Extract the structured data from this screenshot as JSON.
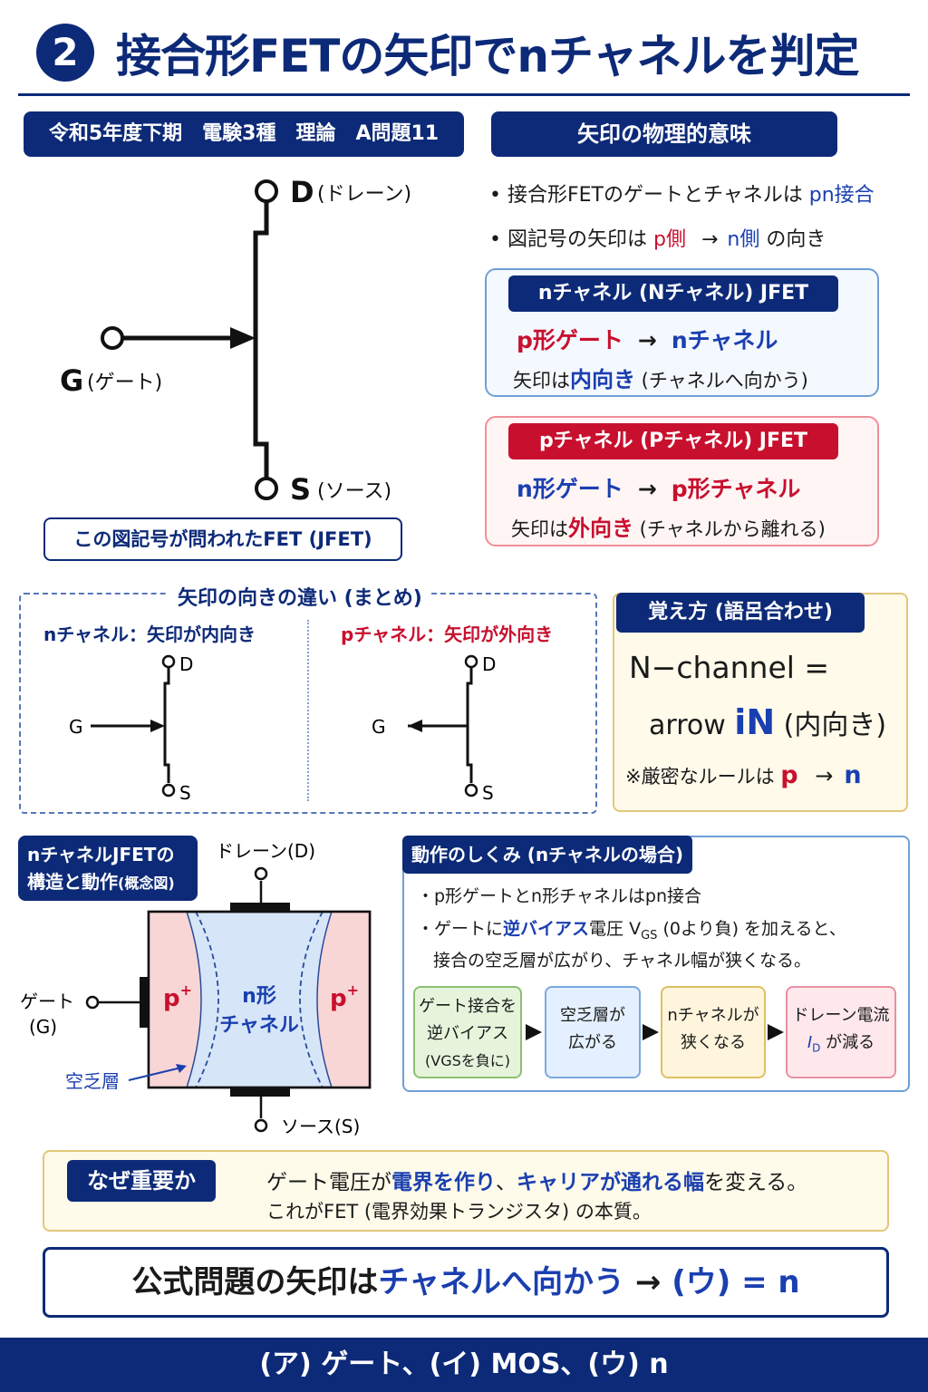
{
  "header": {
    "number": "2",
    "title": "接合形FETの矢印でnチャネルを判定"
  },
  "exam": {
    "label": "令和5年度下期　電験3種　理論　A問題11"
  },
  "symbol": {
    "drain_letter": "D",
    "drain_name": "(ドレーン)",
    "gate_letter": "G",
    "gate_name": "(ゲート)",
    "source_letter": "S",
    "source_name": "(ソース)",
    "caption": "この図記号が問われたFET (JFET)"
  },
  "meaning": {
    "heading": "矢印の物理的意味",
    "bullet1_pre": "接合形FETのゲートとチャネルは ",
    "bullet1_hl": "pn接合",
    "bullet2_pre": "図記号の矢印は ",
    "bullet2_p": "p側",
    "bullet2_arrow": "→",
    "bullet2_n": "n側",
    "bullet2_post": " の向き"
  },
  "n_channel_card": {
    "title": "nチャネル (Nチャネル) JFET",
    "from": "p形ゲート",
    "arrow": "→",
    "to": "nチャネル",
    "dir_pre": "矢印は",
    "dir_hl": "内向き",
    "dir_post": " (チャネルへ向かう)"
  },
  "p_channel_card": {
    "title": "pチャネル (Pチャネル) JFET",
    "from": "n形ゲート",
    "arrow": "→",
    "to": "p形チャネル",
    "dir_pre": "矢印は",
    "dir_hl": "外向き",
    "dir_post": " (チャネルから離れる)"
  },
  "summary": {
    "title": "矢印の向きの違い (まとめ)",
    "n_caption": "nチャネル：矢印が内向き",
    "p_caption": "pチャネル：矢印が外向き",
    "d": "D",
    "g": "G",
    "s": "S"
  },
  "mnemonic": {
    "heading": "覚え方 (語呂合わせ)",
    "line1": "N−channel =",
    "line2_pre": "arrow ",
    "line2_hl": "iN",
    "line2_post": " (内向き)",
    "note_pre": "※厳密なルールは ",
    "note_p": "p",
    "note_arrow": "→",
    "note_n": "n"
  },
  "structure": {
    "heading_line1": "nチャネルJFETの",
    "heading_line2": "構造と動作",
    "heading_small": "(概念図)",
    "drain": "ドレーン(D)",
    "source": "ソース(S)",
    "gate_line1": "ゲート",
    "gate_line2": "(G)",
    "p_plus": "p",
    "plus": "+",
    "channel_line1": "n形",
    "channel_line2": "チャネル",
    "depletion": "空乏層"
  },
  "operation": {
    "heading": "動作のしくみ (nチャネルの場合)",
    "b1": "・p形ゲートとn形チャネルはpn接合",
    "b2_pre": "・ゲートに",
    "b2_hl": "逆バイアス",
    "b2_mid": "電圧 V",
    "b2_sub": "GS",
    "b2_post": " (0より負) を加えると、",
    "b3": "接合の空乏層が広がり、チャネル幅が狭くなる。",
    "flow": [
      {
        "l1": "ゲート接合を",
        "l2": "逆バイアス",
        "l3": "(VGSを負に)"
      },
      {
        "l1": "空乏層が",
        "l2": "広がる"
      },
      {
        "l1": "nチャネルが",
        "l2": "狭くなる"
      },
      {
        "l1": "ドレーン電流",
        "l2_i": "I",
        "l2_sub": "D",
        "l2_post": " が減る"
      }
    ]
  },
  "why": {
    "heading": "なぜ重要か",
    "l1_pre": "ゲート電圧が",
    "l1_hl1": "電界を作り",
    "l1_mid": "、",
    "l1_hl2": "キャリアが通れる幅",
    "l1_post": "を変える。",
    "l2": "これがFET (電界効果トランジスタ) の本質。"
  },
  "conclusion": {
    "pre": "公式問題の矢印は",
    "hl": "チャネルへ向かう",
    "arrow": " → ",
    "ans": "(ウ) = n"
  },
  "answer_bar": "(ア) ゲート、(イ) MOS、(ウ) n",
  "colors": {
    "navy": "#0d2a78",
    "red": "#c8102e",
    "blue": "#1a3fb0",
    "p_region": "#f8d6d6",
    "n_region": "#d6e6f8"
  }
}
